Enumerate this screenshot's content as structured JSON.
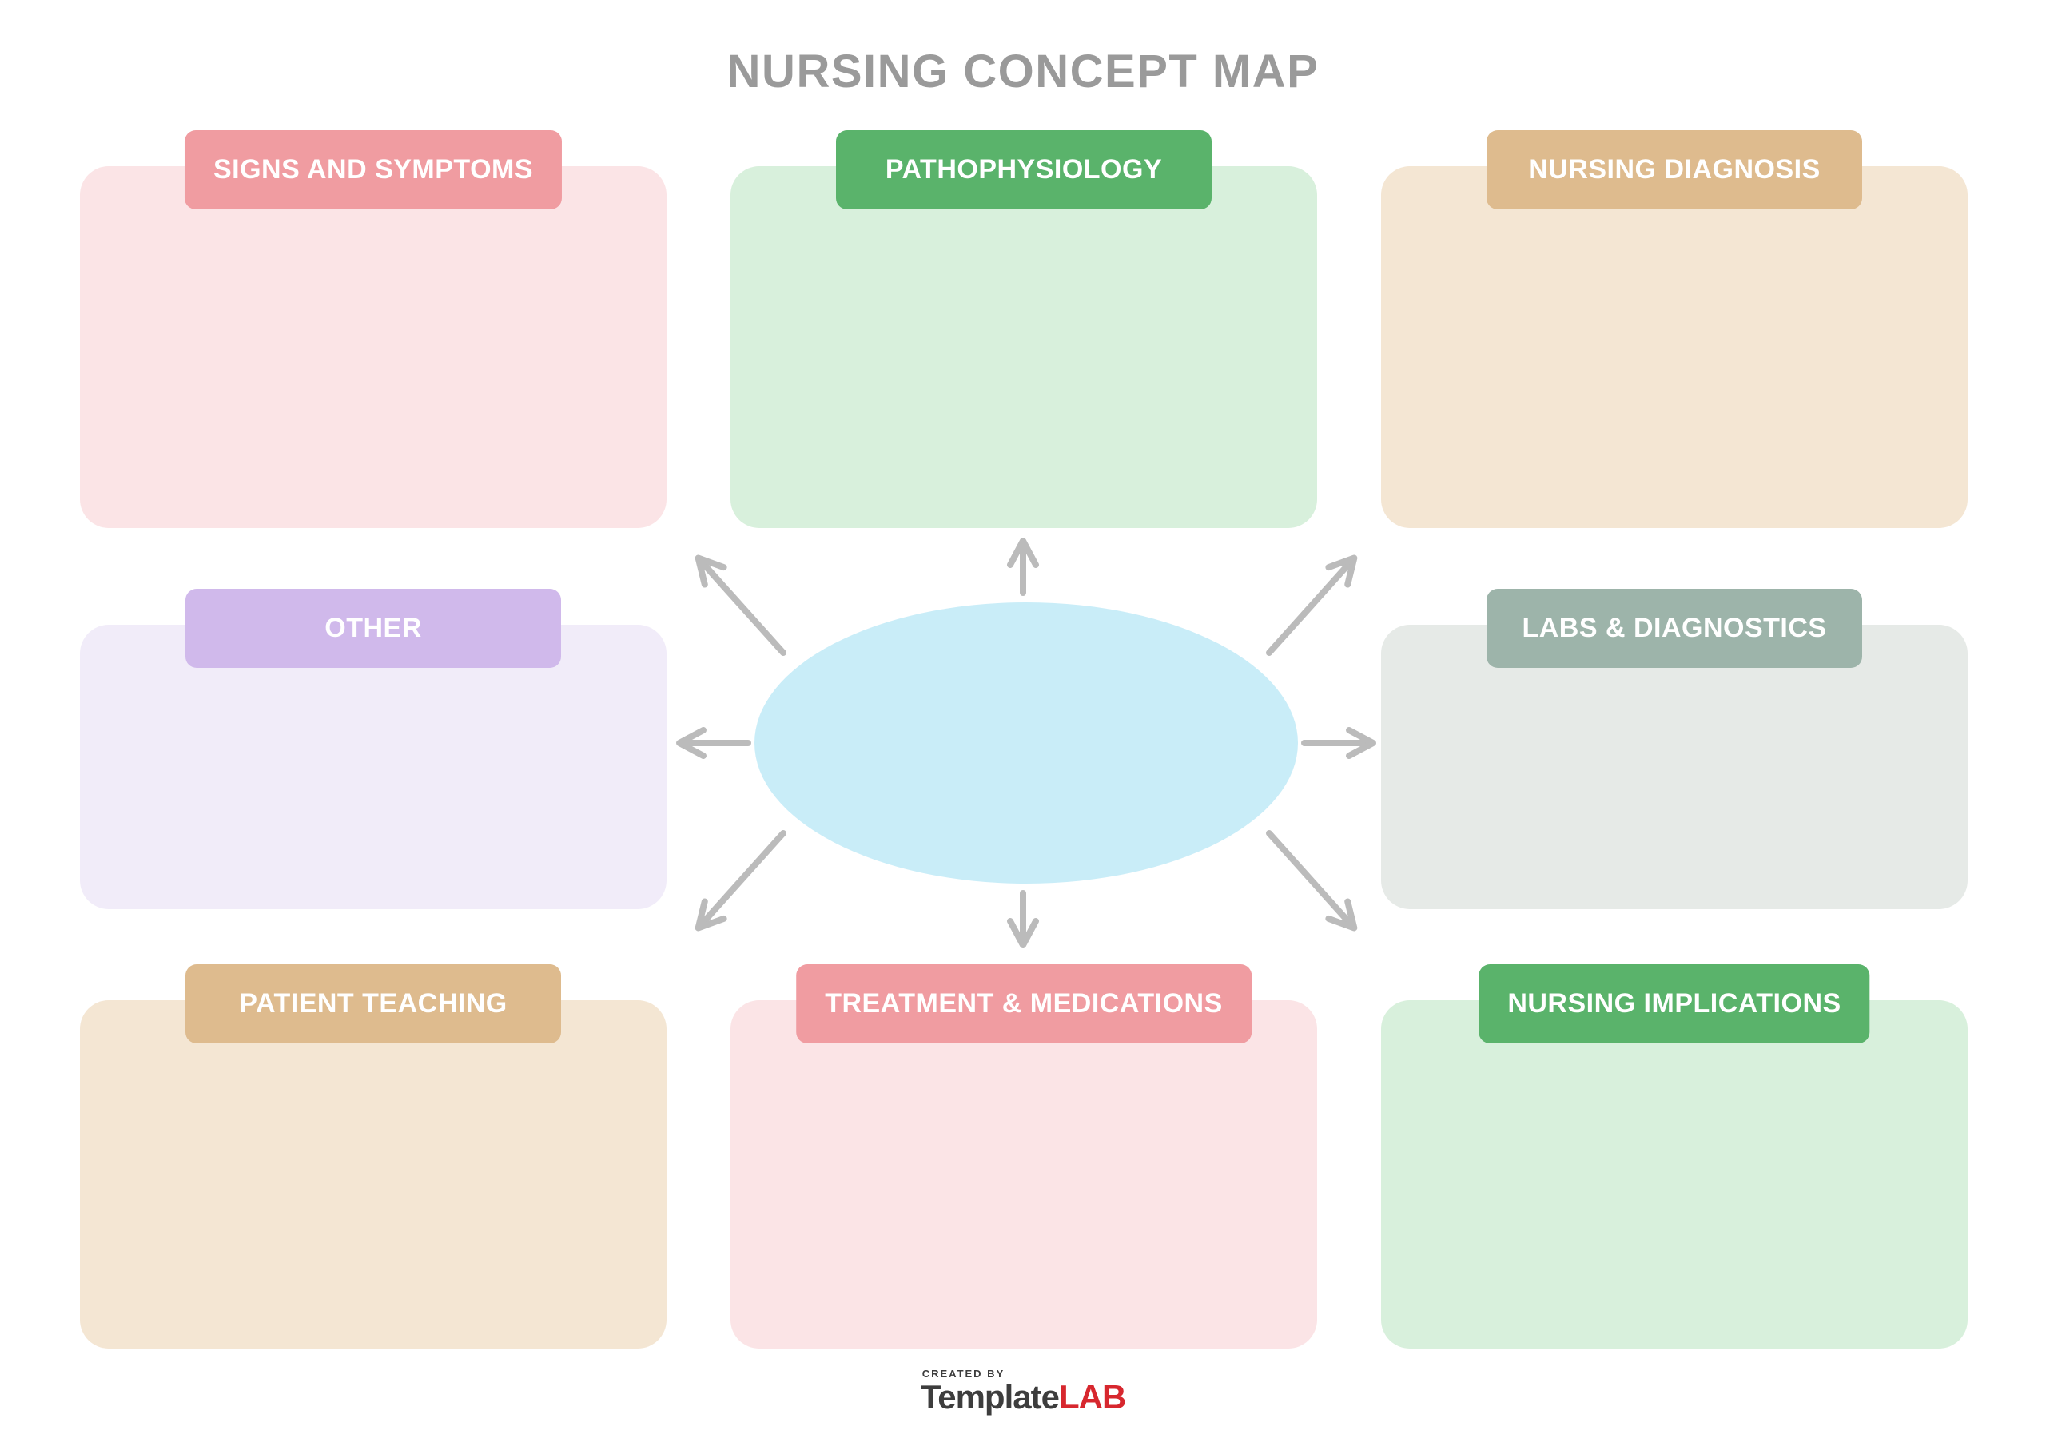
{
  "title": {
    "text": "NURSING CONCEPT MAP",
    "color": "#9A9A9A"
  },
  "cards": [
    {
      "label": "SIGNS AND SYMPTOMS",
      "header_color": "#F09CA1",
      "body_color": "#FBE4E6"
    },
    {
      "label": "PATHOPHYSIOLOGY",
      "header_color": "#5AB36B",
      "body_color": "#D8F0DC"
    },
    {
      "label": "NURSING DIAGNOSIS",
      "header_color": "#DEBB8E",
      "body_color": "#F4E6D3"
    },
    {
      "label": "OTHER",
      "header_color": "#D0B9EB",
      "body_color": "#F1ECF9"
    },
    {
      "label": "LABS & DIAGNOSTICS",
      "header_color": "#9DB4AA",
      "body_color": "#E6EAE7"
    },
    {
      "label": "PATIENT TEACHING",
      "header_color": "#DEBB8E",
      "body_color": "#F4E6D3"
    },
    {
      "label": "TREATMENT & MEDICATIONS",
      "header_color": "#F09CA1",
      "body_color": "#FBE4E6"
    },
    {
      "label": "NURSING IMPLICATIONS",
      "header_color": "#5AB36B",
      "body_color": "#D8F0DC"
    }
  ],
  "center": {
    "shape": "ellipse",
    "fill_color": "#C9EDF8",
    "text": ""
  },
  "arrows": {
    "color": "#BBBBBB",
    "directions": [
      "up",
      "up-left",
      "up-right",
      "left",
      "right",
      "down-left",
      "down",
      "down-right"
    ]
  },
  "footer": {
    "credit_line": "CREATED BY",
    "brand_dark": "Template",
    "brand_red": "LAB",
    "dark_color": "#3D3D3D",
    "red_color": "#D7272E"
  }
}
